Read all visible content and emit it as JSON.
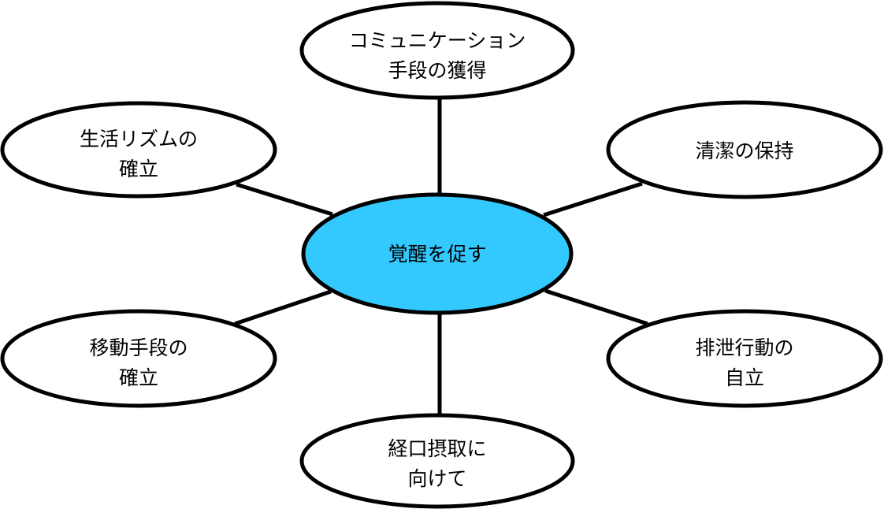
{
  "center": {
    "line1": "覚醒を促す",
    "fill": "#33C9FF"
  },
  "nodes": [
    {
      "id": "top",
      "line1": "コミュニケーション",
      "line2": "手段の獲得"
    },
    {
      "id": "top-left",
      "line1": "生活リズムの",
      "line2": "確立"
    },
    {
      "id": "top-right",
      "line1": "清潔の保持",
      "line2": ""
    },
    {
      "id": "bottom-left",
      "line1": "移動手段の",
      "line2": "確立"
    },
    {
      "id": "bottom-right",
      "line1": "排泄行動の",
      "line2": "自立"
    },
    {
      "id": "bottom",
      "line1": "経口摂取に",
      "line2": "向けて"
    }
  ]
}
